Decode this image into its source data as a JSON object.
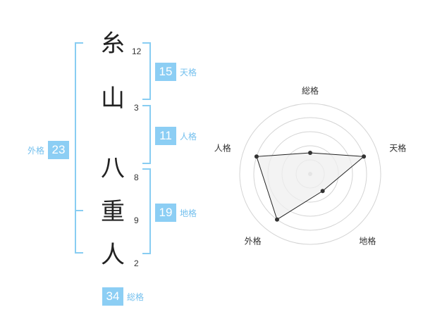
{
  "name": {
    "chars": [
      {
        "char": "糸",
        "strokes": "12"
      },
      {
        "char": "山",
        "strokes": "3"
      },
      {
        "char": "八",
        "strokes": "8"
      },
      {
        "char": "重",
        "strokes": "9"
      },
      {
        "char": "人",
        "strokes": "2"
      }
    ]
  },
  "fortunes": {
    "tenkaku": {
      "label": "天格",
      "value": "15"
    },
    "jinkaku": {
      "label": "人格",
      "value": "11"
    },
    "chikaku": {
      "label": "地格",
      "value": "19"
    },
    "gaikaku": {
      "label": "外格",
      "value": "23"
    },
    "soukaku": {
      "label": "総格",
      "value": "34"
    }
  },
  "chart_data": {
    "type": "radar",
    "axes": [
      "総格",
      "天格",
      "地格",
      "外格",
      "人格"
    ],
    "rings": 5,
    "values": [
      1.5,
      4,
      1.5,
      4,
      4
    ],
    "max": 5,
    "colors": {
      "fill": "#efefef",
      "line": "#222222",
      "ring": "#d4d4d4",
      "point": "#333333",
      "center": "#c8c8c8"
    }
  }
}
